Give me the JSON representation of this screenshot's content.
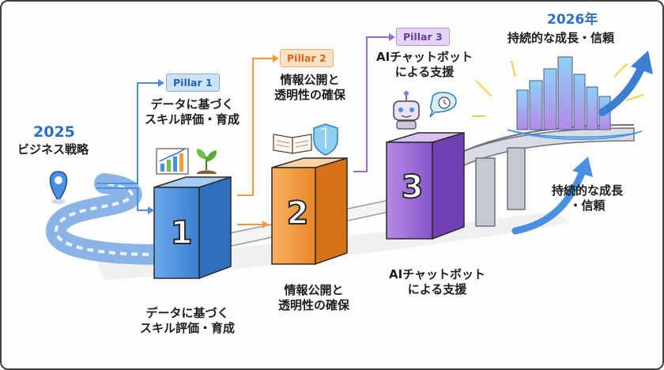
{
  "start": {
    "year": "2025",
    "label": "ビジネス戦略"
  },
  "goal": {
    "year": "2026年",
    "label": "持続的な成長・信頼"
  },
  "pillars": [
    {
      "tag": "Pillar 1",
      "title_line1": "データに基づく",
      "title_line2": "スキル評価・育成",
      "number": "1"
    },
    {
      "tag": "Pillar 2",
      "title_line1": "情報公開と",
      "title_line2": "透明性の確保",
      "number": "2"
    },
    {
      "tag": "Pillar 3",
      "title_line1": "AIチャットボット",
      "title_line2": "による支援",
      "number": "3"
    }
  ],
  "bottom_captions": [
    {
      "line1": "データに基づく",
      "line2": "スキル評価・育成"
    },
    {
      "line1": "情報公開と",
      "line2": "透明性の確保"
    },
    {
      "line1": "AIチャットボット",
      "line2": "による支援"
    }
  ],
  "right_caption": {
    "line1": "持続的な成長",
    "line2": "・信頼"
  },
  "colors": {
    "blue": "#4a90e2",
    "orange": "#f39a3c",
    "purple": "#9b6bd6",
    "accent": "#2d6fc0"
  },
  "icons": [
    "map-pin-icon",
    "bar-chart-icon",
    "sprout-icon",
    "book-icon",
    "shield-icon",
    "robot-icon",
    "clock-bubble-icon",
    "city-icon",
    "growth-arrow-icon"
  ]
}
